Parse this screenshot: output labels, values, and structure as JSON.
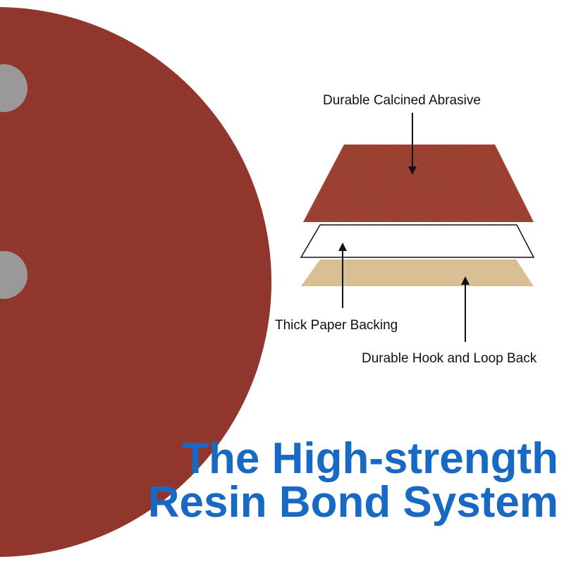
{
  "labels": {
    "abrasive": "Durable Calcined Abrasive",
    "paper": "Thick Paper Backing",
    "hook_loop": "Durable Hook and Loop Back"
  },
  "headline": {
    "line1": "The High-strength",
    "line2": "Resin Bond System"
  },
  "colors": {
    "disc": "#8a2a22",
    "abrasive_layer": "#9a3a2a",
    "backing_layer": "#d8bf94",
    "headline": "#1769c4"
  }
}
